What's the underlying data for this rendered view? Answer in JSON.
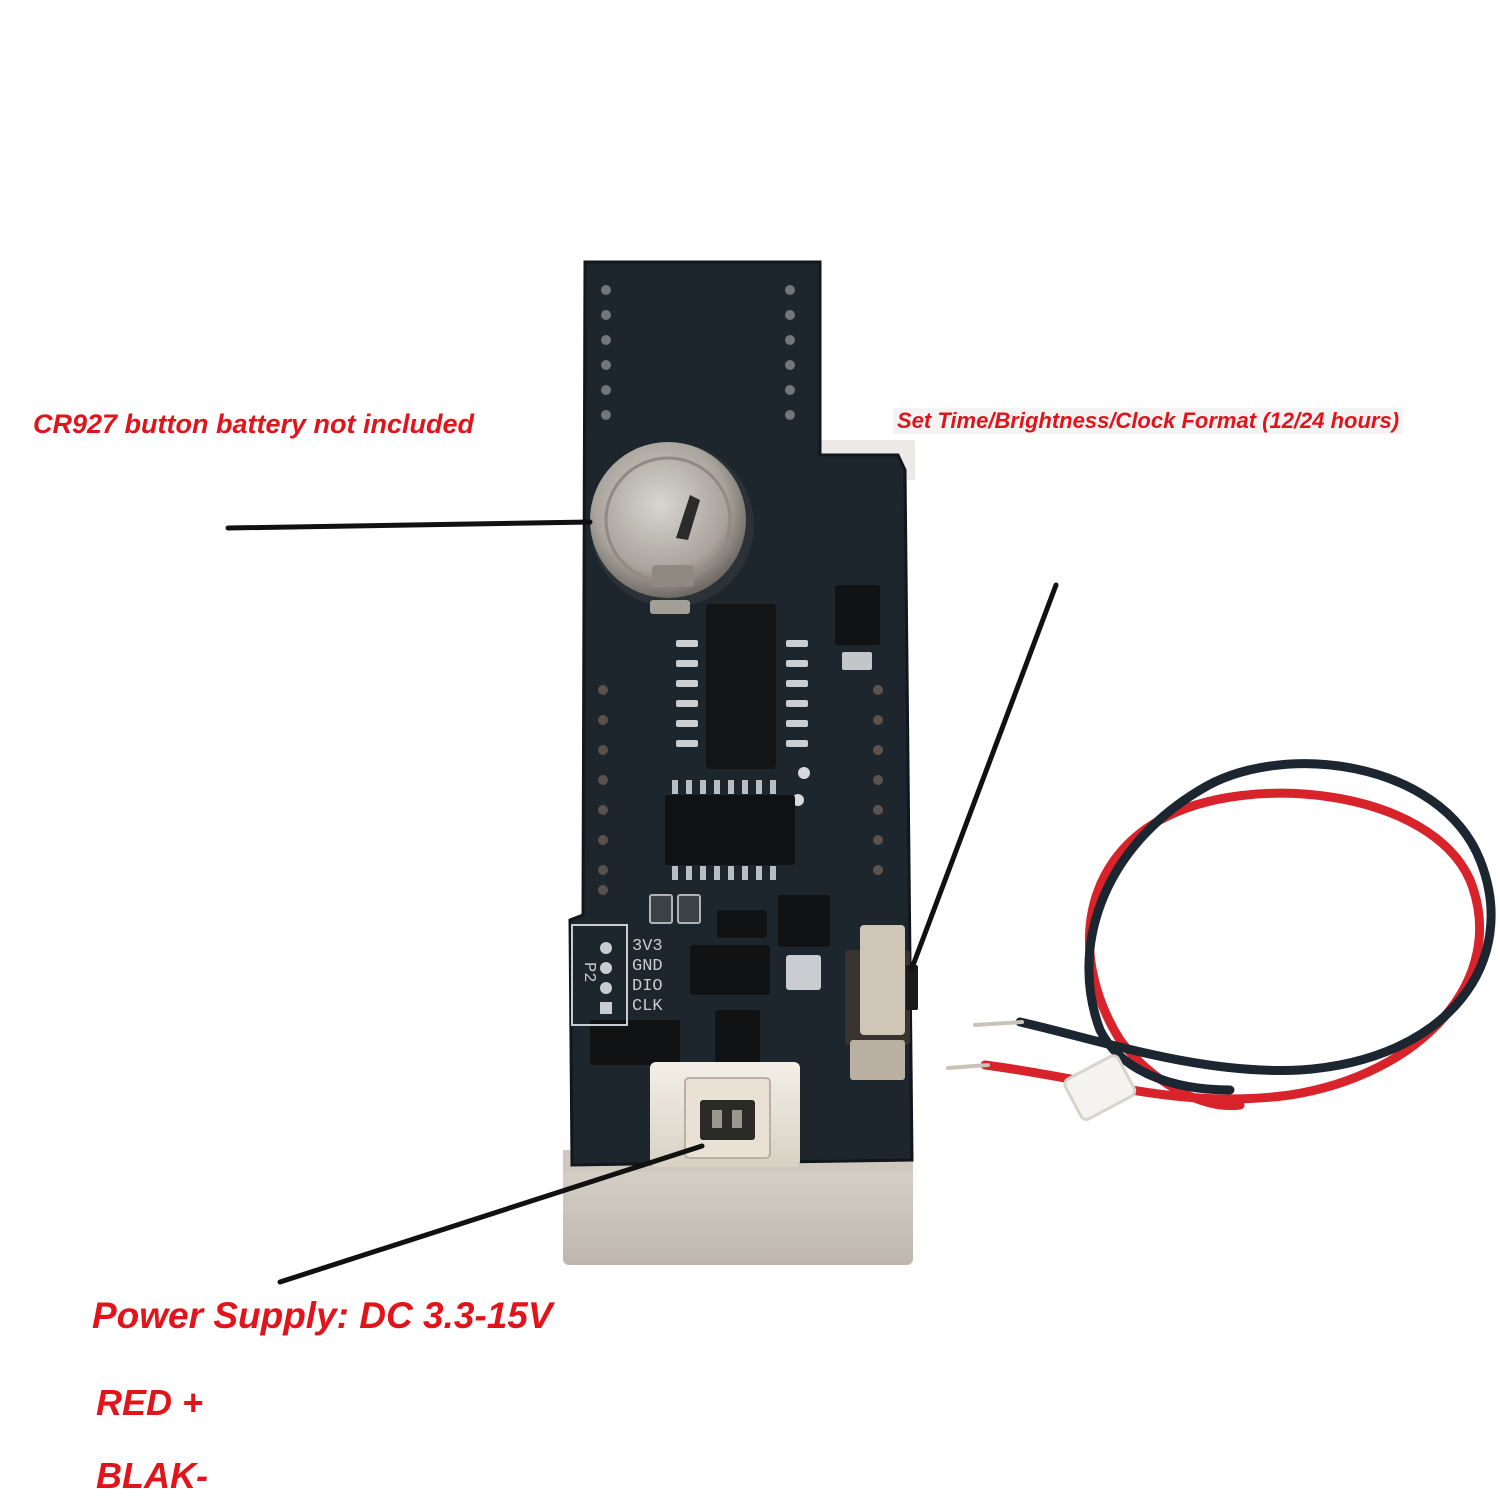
{
  "annotations": {
    "battery_note": "CR927 button battery not included",
    "set_note": "Set Time/Brightness/Clock Format (12/24 hours)",
    "power_note": "Power Supply: DC 3.3-15V",
    "red_wire": "RED +",
    "black_wire": "BLAK-"
  },
  "pcb": {
    "pin_labels": [
      "3V3",
      "GND",
      "DIO",
      "CLK"
    ],
    "header_label": "P2"
  },
  "colors": {
    "annotation_text": "#e2141b",
    "pcb": "#1d252d",
    "wire_red": "#d8232a",
    "wire_black": "#1b2630"
  }
}
